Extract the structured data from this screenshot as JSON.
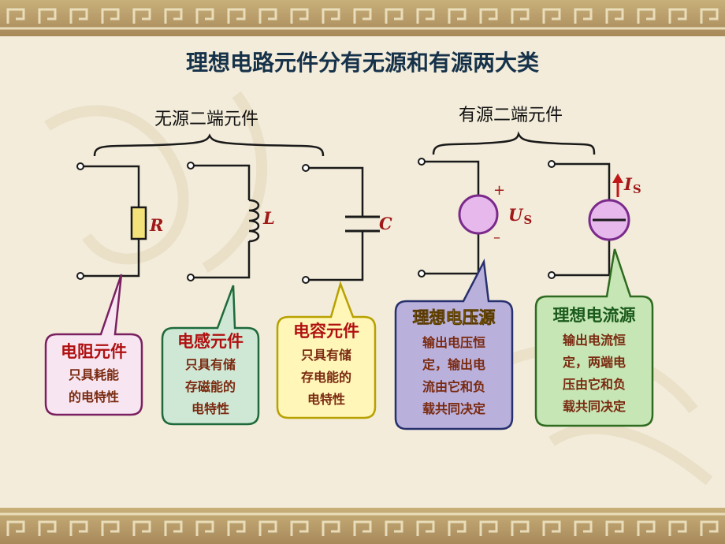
{
  "title": "理想电路元件分有无源和有源两大类",
  "groups": {
    "passive": "无源二端元件",
    "active": "有源二端元件"
  },
  "symbols": {
    "resistor": "R",
    "inductor": "L",
    "capacitor": "C",
    "voltage_main": "U",
    "voltage_sub": "S",
    "current_main": "I",
    "current_sub": "S",
    "plus": "+",
    "minus": "–"
  },
  "callouts": {
    "resistor": {
      "title": "电阻元件",
      "lines": [
        "只具耗能",
        "的电特性"
      ]
    },
    "inductor": {
      "title": "电感元件",
      "lines": [
        "只具有储",
        "存磁能的",
        "电特性"
      ]
    },
    "capacitor": {
      "title": "电容元件",
      "lines": [
        "只具有储",
        "存电能的",
        "电特性"
      ]
    },
    "voltage_source": {
      "title": "理想电压源",
      "lines": [
        "输出电压恒",
        "定，输出电",
        "流由它和负",
        "载共同决定"
      ]
    },
    "current_source": {
      "title": "理想电流源",
      "lines": [
        "输出电流恒",
        "定，两端电",
        "压由它和负",
        "载共同决定"
      ]
    }
  },
  "colors": {
    "title": "#16324a",
    "wire": "#1a1a1a",
    "resistor_fill": "#f3e27a",
    "source_fill": "#e6b8ec",
    "source_stroke": "#7a2a8a",
    "symbol": "#a01818",
    "resistor_box": "#f7e6f2",
    "resistor_border": "#7a2060",
    "inductor_box": "#cfe8d6",
    "inductor_border": "#1e6a3a",
    "capacitor_box": "#fff6b8",
    "capacitor_border": "#b8a100",
    "voltage_box": "#b9b0dc",
    "voltage_border": "#27306e",
    "current_box": "#c6e6b5",
    "current_border": "#2e6a1f",
    "callout_title_red": "#b01010",
    "callout_title_green": "#1a5a1a",
    "callout_title_yellow": "#f4e000"
  }
}
